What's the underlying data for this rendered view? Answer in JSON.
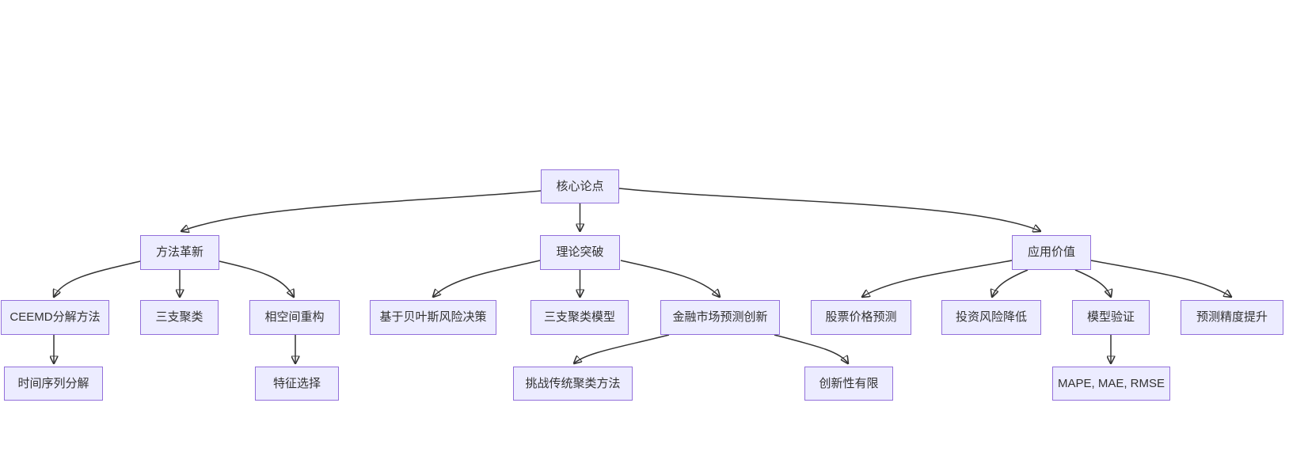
{
  "diagram": {
    "kind": "flowchart",
    "direction": "top-down",
    "colors": {
      "background": "#ffffff",
      "node_fill": "#ECECFF",
      "node_border": "#9370DB",
      "node_text": "#333333",
      "edge_stroke": "#333333"
    },
    "nodes": [
      {
        "id": "core-thesis",
        "label": "核心论点"
      },
      {
        "id": "method-innovation",
        "label": "方法革新"
      },
      {
        "id": "theory-breakthrough",
        "label": "理论突破"
      },
      {
        "id": "application-value",
        "label": "应用价值"
      },
      {
        "id": "ceemd-method",
        "label": "CEEMD分解方法"
      },
      {
        "id": "three-way-clustering",
        "label": "三支聚类"
      },
      {
        "id": "phase-space-reconstruction",
        "label": "相空间重构"
      },
      {
        "id": "bayesian-risk-decision",
        "label": "基于贝叶斯风险决策"
      },
      {
        "id": "three-way-clustering-model",
        "label": "三支聚类模型"
      },
      {
        "id": "financial-market-prediction-innovation",
        "label": "金融市场预测创新"
      },
      {
        "id": "stock-price-prediction",
        "label": "股票价格预测"
      },
      {
        "id": "investment-risk-reduction",
        "label": "投资风险降低"
      },
      {
        "id": "model-validation",
        "label": "模型验证"
      },
      {
        "id": "prediction-accuracy-improvement",
        "label": "预测精度提升"
      },
      {
        "id": "time-series-decomposition",
        "label": "时间序列分解"
      },
      {
        "id": "feature-selection",
        "label": "特征选择"
      },
      {
        "id": "challenge-traditional-clustering",
        "label": "挑战传统聚类方法"
      },
      {
        "id": "limited-innovation",
        "label": "创新性有限"
      },
      {
        "id": "evaluation-metrics",
        "label": "MAPE, MAE, RMSE"
      }
    ],
    "edges": [
      {
        "from": "core-thesis",
        "to": "method-innovation"
      },
      {
        "from": "core-thesis",
        "to": "theory-breakthrough"
      },
      {
        "from": "core-thesis",
        "to": "application-value"
      },
      {
        "from": "method-innovation",
        "to": "ceemd-method"
      },
      {
        "from": "method-innovation",
        "to": "three-way-clustering"
      },
      {
        "from": "method-innovation",
        "to": "phase-space-reconstruction"
      },
      {
        "from": "ceemd-method",
        "to": "time-series-decomposition"
      },
      {
        "from": "phase-space-reconstruction",
        "to": "feature-selection"
      },
      {
        "from": "theory-breakthrough",
        "to": "bayesian-risk-decision"
      },
      {
        "from": "theory-breakthrough",
        "to": "three-way-clustering-model"
      },
      {
        "from": "theory-breakthrough",
        "to": "financial-market-prediction-innovation"
      },
      {
        "from": "financial-market-prediction-innovation",
        "to": "challenge-traditional-clustering"
      },
      {
        "from": "financial-market-prediction-innovation",
        "to": "limited-innovation"
      },
      {
        "from": "application-value",
        "to": "stock-price-prediction"
      },
      {
        "from": "application-value",
        "to": "investment-risk-reduction"
      },
      {
        "from": "application-value",
        "to": "model-validation"
      },
      {
        "from": "application-value",
        "to": "prediction-accuracy-improvement"
      },
      {
        "from": "model-validation",
        "to": "evaluation-metrics"
      }
    ]
  }
}
